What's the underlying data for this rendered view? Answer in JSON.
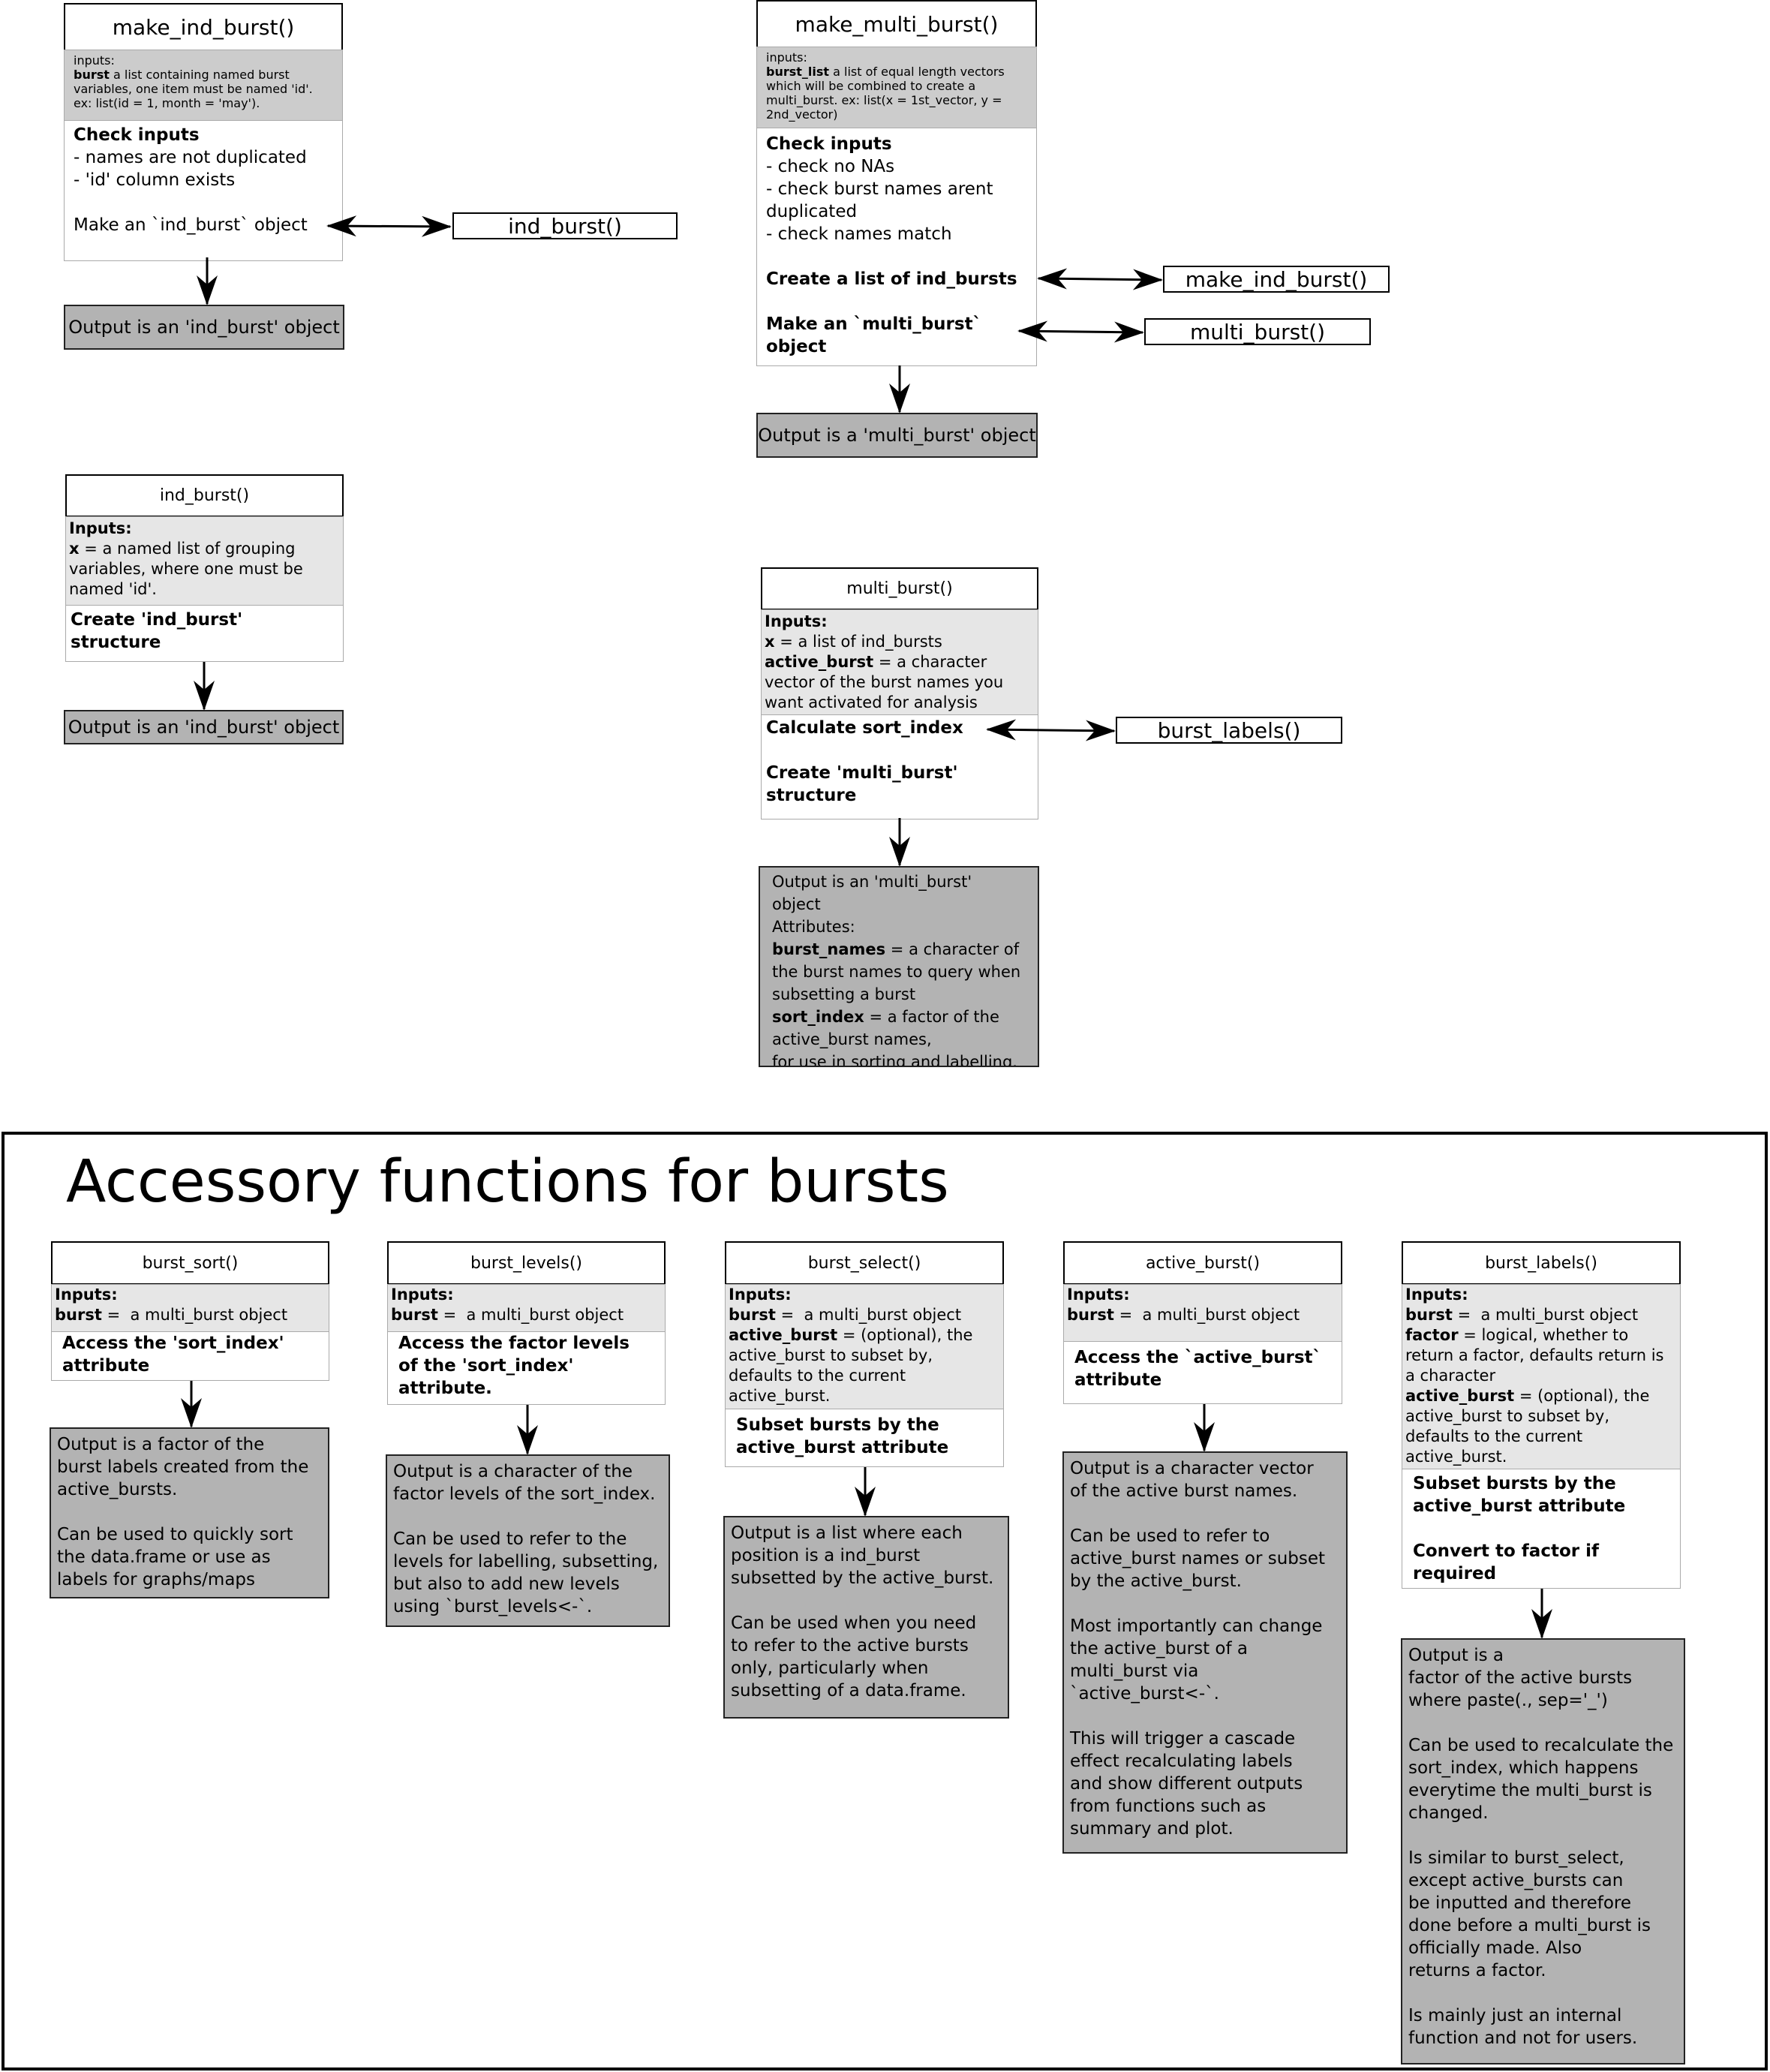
{
  "make_ind_burst": {
    "title": "make_ind_burst()",
    "inputs": [
      "inputs:",
      "[b]burst[/b] a list containing named burst",
      "variables, one item must be named 'id'.",
      "ex: list(id = 1, month = 'may')."
    ],
    "body": [
      "[b]Check inputs[/b]",
      "- names are not duplicated",
      "- 'id' column exists",
      "",
      "Make an `ind_burst` object"
    ],
    "link": "ind_burst()",
    "output": "Output is an 'ind_burst' object"
  },
  "make_multi_burst": {
    "title": "make_multi_burst()",
    "inputs": [
      "inputs:",
      "[b]burst_list[/b] a list of equal length vectors",
      "which will be combined to create a",
      "multi_burst. ex: list(x = 1st_vector, y =",
      "2nd_vector)"
    ],
    "body": [
      "[b]Check inputs[/b]",
      "- check no NAs",
      "- check burst names arent",
      "duplicated",
      "- check names match",
      "",
      "[b]Create a list of ind_bursts[/b]",
      "",
      "[b]Make an `multi_burst`[/b]",
      "[b]object[/b]"
    ],
    "link_1": "make_ind_burst()",
    "link_2": "multi_burst()",
    "output": "Output is a 'multi_burst' object"
  },
  "ind_burst": {
    "title": "ind_burst()",
    "inputs": [
      "[b]Inputs:[/b]",
      "[b]x[/b] = a named list of grouping",
      "variables, where one must be",
      "named 'id'."
    ],
    "body": [
      "Create 'ind_burst'",
      "structure"
    ],
    "output": "Output is an 'ind_burst' object"
  },
  "multi_burst": {
    "title": "multi_burst()",
    "inputs": [
      "[b]Inputs:[/b]",
      "[b]x[/b] = a list of ind_bursts",
      "[b]active_burst[/b] = a character",
      "vector of the burst names you",
      "want activated for analysis"
    ],
    "body": [
      "Calculate sort_index",
      "",
      "Create 'multi_burst'",
      "structure"
    ],
    "link": "burst_labels()",
    "output": [
      "Output is an 'multi_burst'",
      "object",
      "Attributes:",
      "[b]burst_names[/b] = a character of",
      "the burst names to query when",
      "subsetting a burst",
      "[b]sort_index[/b] = a factor of the",
      "active_burst names,",
      "for use in sorting and labelling."
    ]
  },
  "accessory": {
    "heading": "Accessory functions for bursts",
    "burst_sort": {
      "title": "burst_sort()",
      "inputs": [
        "[b]Inputs:[/b]",
        "[b]burst[/b] =  a multi_burst object"
      ],
      "body": [
        "Access the 'sort_index'",
        "attribute"
      ],
      "output": [
        "Output is a factor of the",
        "burst labels created from the",
        "active_bursts.",
        "",
        "Can be used to quickly sort",
        "the data.frame or use as",
        "labels for graphs/maps"
      ]
    },
    "burst_levels": {
      "title": "burst_levels()",
      "inputs": [
        "[b]Inputs:[/b]",
        "[b]burst[/b] =  a multi_burst object"
      ],
      "body": [
        "Access the factor levels",
        "of the 'sort_index'",
        "attribute."
      ],
      "output": [
        "Output is a character of the",
        "factor levels of the sort_index.",
        "",
        "Can be used to refer to the",
        "levels for labelling, subsetting,",
        "but also to add new levels",
        "using `burst_levels<-`."
      ]
    },
    "burst_select": {
      "title": "burst_select()",
      "inputs": [
        "[b]Inputs:[/b]",
        "[b]burst[/b] =  a multi_burst object",
        "[b]active_burst[/b] = (optional), the",
        "active_burst to subset by,",
        "defaults to the current",
        "active_burst."
      ],
      "body": [
        "Subset bursts by the",
        "active_burst attribute"
      ],
      "output": [
        "Output is a list where each",
        "position is a ind_burst",
        "subsetted by the active_burst.",
        "",
        "Can be used when you need",
        "to refer to the active bursts",
        "only, particularly when",
        "subsetting of a data.frame."
      ]
    },
    "active_burst": {
      "title": "active_burst()",
      "inputs": [
        "[b]Inputs:[/b]",
        "[b]burst[/b] =  a multi_burst object"
      ],
      "body": [
        "Access the `active_burst`",
        "attribute"
      ],
      "output": [
        "Output is a character vector",
        "of the active burst names.",
        "",
        "Can be used to refer to",
        "active_burst names or subset",
        "by the active_burst.",
        "",
        "Most importantly can change",
        "the active_burst of a",
        "multi_burst via",
        "`active_burst<-`.",
        "",
        "This will trigger a cascade",
        "effect recalculating labels",
        "and show different outputs",
        "from functions such as",
        "summary and plot."
      ]
    },
    "burst_labels": {
      "title": "burst_labels()",
      "inputs": [
        "[b]Inputs:[/b]",
        "[b]burst[/b] =  a multi_burst object",
        "[b]factor[/b] = logical, whether to",
        "return a factor, defaults return is",
        "a character",
        "[b]active_burst[/b] = (optional), the",
        "active_burst to subset by,",
        "defaults to the current",
        "active_burst."
      ],
      "body": [
        "Subset bursts by the",
        "active_burst attribute",
        "",
        "Convert to factor if",
        "required"
      ],
      "output": [
        "Output is a",
        "factor of the active bursts",
        "where paste(., sep='_')",
        "",
        "Can be used to recalculate the",
        "sort_index, which happens",
        "everytime the multi_burst is",
        "changed.",
        "",
        "Is similar to burst_select,",
        "except active_bursts can",
        "be inputted and therefore",
        "done before a multi_burst is",
        "officially made. Also",
        "returns a factor.",
        "",
        "Is mainly just an internal",
        "function and not for users."
      ]
    }
  }
}
